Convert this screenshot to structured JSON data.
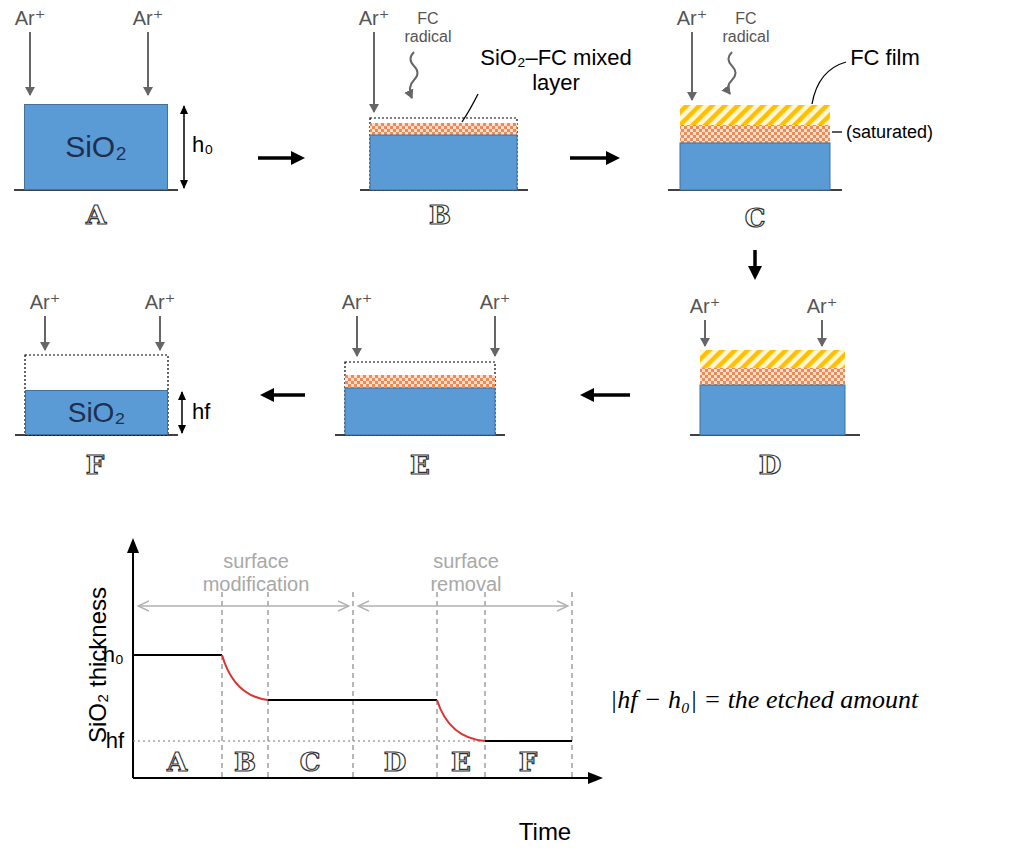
{
  "diagram": {
    "nodes": [
      {
        "text": [
          "A"
        ]
      },
      {
        "text": [
          "SiO₂"
        ],
        "in": 0
      },
      {
        "text": [
          "B"
        ]
      },
      {
        "text": [
          "C"
        ]
      },
      {
        "text": [
          "D"
        ]
      },
      {
        "text": [
          "E"
        ]
      },
      {
        "text": [
          "F"
        ]
      },
      {
        "text": [
          "SiO₂"
        ],
        "in": 6
      }
    ],
    "edges": [
      {
        "from": 0,
        "to": 2,
        "arrow": "to"
      },
      {
        "from": 2,
        "to": 3,
        "arrow": "to"
      },
      {
        "from": 3,
        "to": 4,
        "arrow": "to"
      },
      {
        "from": 4,
        "to": 5,
        "arrow": "to"
      },
      {
        "from": 5,
        "to": 6,
        "arrow": "to"
      }
    ],
    "labels": [
      "Ar⁺",
      "Ar⁺",
      "h₀",
      "Ar⁺",
      "FC radical",
      "SiO₂–FC mixed layer",
      "Ar⁺",
      "FC radical",
      "FC film",
      "(saturated)",
      "Ar⁺",
      "Ar⁺",
      "Ar⁺",
      "Ar⁺",
      "Ar⁺",
      "Ar⁺",
      "hf",
      "surface modification",
      "surface removal",
      "h₀",
      "hf",
      "A",
      "B",
      "C",
      "D",
      "E",
      "F",
      "SiO₂ thickness",
      "Time",
      "|hf − h₀| = the etched amount"
    ]
  }
}
